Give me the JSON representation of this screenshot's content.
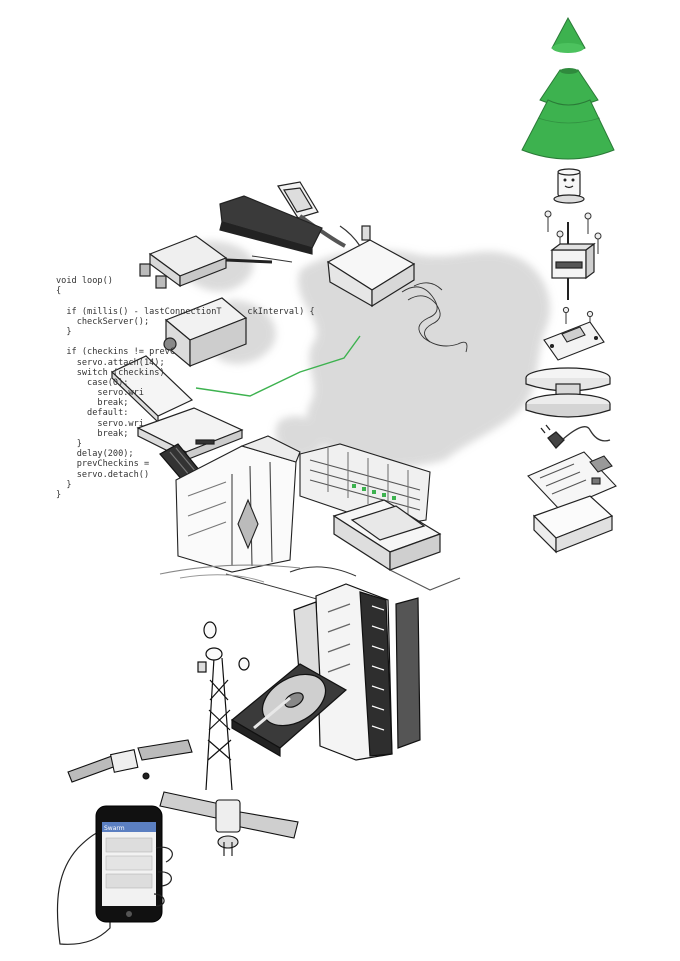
{
  "code": {
    "lines": [
      "void loop()",
      "{",
      "",
      "  if (millis() - lastConnectionT     ckInterval) {",
      "    checkServer();",
      "  }",
      "",
      "  if (checkins != prevC",
      "    servo.attach(14);",
      "    switch (checkins)",
      "      case(0):",
      "        servo.wri",
      "        break;",
      "      default:",
      "        servo.wri",
      "        break;",
      "    }",
      "    delay(200);",
      "    prevCheckins =",
      "    servo.detach()",
      "  }",
      "}"
    ]
  },
  "phone": {
    "header": "Swarm"
  },
  "colors": {
    "tree": "#3db24f",
    "wire": "#3db24f",
    "ink": "#222222",
    "wash": "#c8c8c8"
  }
}
